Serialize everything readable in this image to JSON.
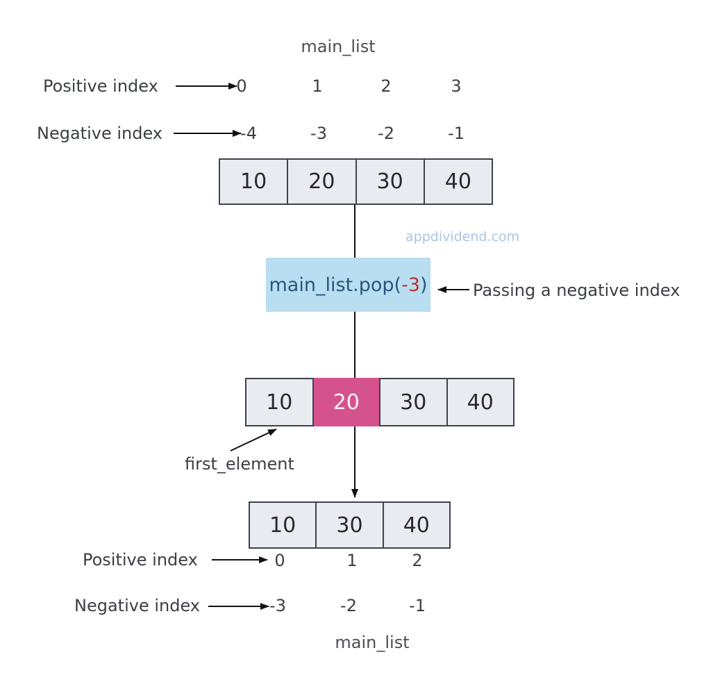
{
  "diagram": {
    "top_title": "main_list",
    "bottom_title": "main_list",
    "watermark": "appdividend.com",
    "labels": {
      "positive_index_top": "Positive index",
      "negative_index_top": "Negative index",
      "positive_index_bottom": "Positive index",
      "negative_index_bottom": "Negative index",
      "first_element": "first_element",
      "pop_annotation": "Passing a negative index"
    },
    "indices": {
      "top_positive": [
        "0",
        "1",
        "2",
        "3"
      ],
      "top_negative": [
        "-4",
        "-3",
        "-2",
        "-1"
      ],
      "bottom_positive": [
        "0",
        "1",
        "2"
      ],
      "bottom_negative": [
        "-3",
        "-2",
        "-1"
      ]
    },
    "arrays": {
      "initial": {
        "cells": [
          "10",
          "20",
          "30",
          "40"
        ]
      },
      "mid": {
        "cells": [
          "10",
          "20",
          "30",
          "40"
        ],
        "highlight_index": 1,
        "highlighted_value": "20"
      },
      "result": {
        "cells": [
          "10",
          "30",
          "40"
        ]
      }
    },
    "pop_call": {
      "prefix": "main_list.pop(",
      "argument": "-3",
      "suffix": ")"
    },
    "colors": {
      "cell_fill": "#e9ebf1",
      "cell_border": "#3d424b",
      "cell_text": "#242933",
      "highlight_fill": "#d5538d",
      "highlight_text": "#fdf3f7",
      "code_box_fill": "#b9ddf1",
      "code_text": "#26577c",
      "code_argument": "#b8332f",
      "label_text": "#3b3e43",
      "title_text": "#4b4f55",
      "watermark_text": "#a9c6e3",
      "arrow": "#111111"
    }
  }
}
